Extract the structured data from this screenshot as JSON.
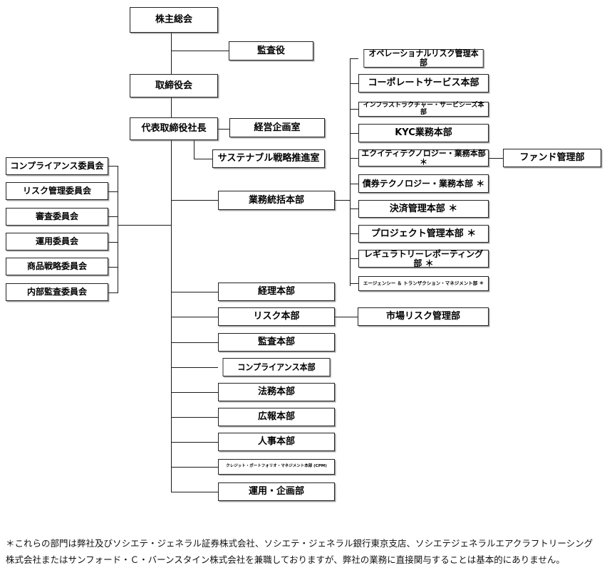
{
  "title": "組織図",
  "colors": {
    "box_border": "#222222",
    "line": "#1a1a1a",
    "background": "#ffffff",
    "text": "#000000"
  },
  "nodes": {
    "shareholders_meeting": "株主総会",
    "auditor": "監査役",
    "board_of_directors": "取締役会",
    "president": "代表取締役社長",
    "management_planning_office": "経営企画室",
    "sustainable_strategy_office": "サステナブル戦略推進室",
    "business_management_div": "業務統括本部",
    "accounting_div": "経理本部",
    "risk_div": "リスク本部",
    "audit_div": "監査本部",
    "compliance_div": "コンプライアンス本部",
    "legal_div": "法務本部",
    "pr_div": "広報本部",
    "hr_div": "人事本部",
    "cpm_div": "クレジット・ポートフォリオ・マネジメント本部 (CPM)",
    "operation_planning_dept": "運用・企画部",
    "market_risk_dept": "市場リスク管理部",
    "fund_management_dept": "ファンド管理部"
  },
  "committees": [
    "コンプライアンス委員会",
    "リスク管理委員会",
    "審査委員会",
    "運用委員会",
    "商品戦略委員会",
    "内部監査委員会"
  ],
  "business_units": [
    "オペレーショナルリスク管理本部",
    "コーポレートサービス本部",
    "インフラストラクチャー・サービシーズ本部",
    "KYC業務本部",
    "エクイティテクノロジー・業務本部 ＊",
    "債券テクノロジー・業務本部 ＊",
    "決済管理本部 ＊",
    "プロジェクト管理本部 ＊",
    "レギュラトリーレポーティング部 ＊",
    "エージェンシー ＆ トランザクション・マネジメント部 ＊"
  ],
  "footnote": "＊これらの部門は弊社及びソシエテ・ジェネラル証券株式会社、ソシエテ・ジェネラル銀行東京支店、ソシエテジェネラルエアクラフトリーシング株式会社またはサンフォード・Ｃ・バーンスタイン株式会社を兼職しておりますが、弊社の業務に直接関与することは基本的にありません。"
}
